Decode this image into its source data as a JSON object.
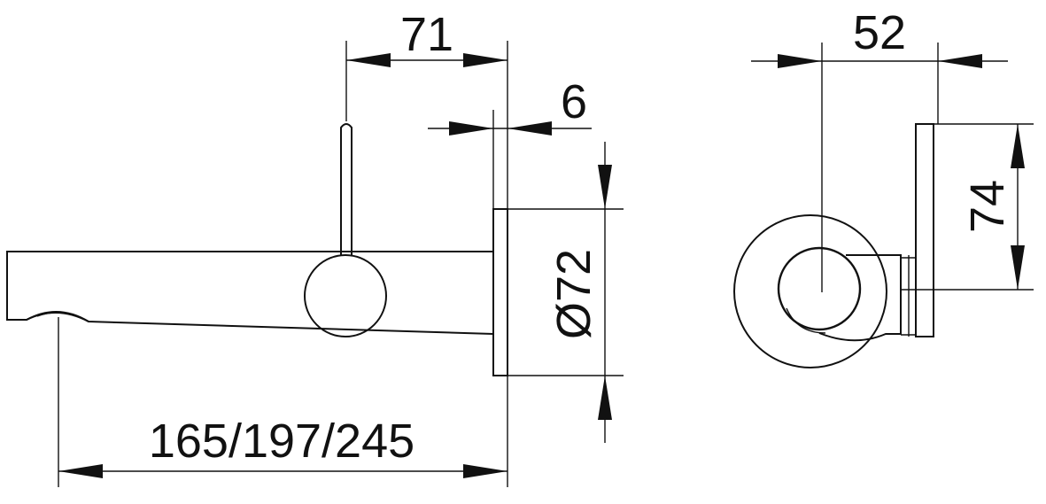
{
  "dimensions": {
    "handle_offset": "71",
    "plate_thickness": "6",
    "plate_diameter": "Ø72",
    "spout_length": "165/197/245",
    "side_depth": "52",
    "side_height": "74"
  }
}
